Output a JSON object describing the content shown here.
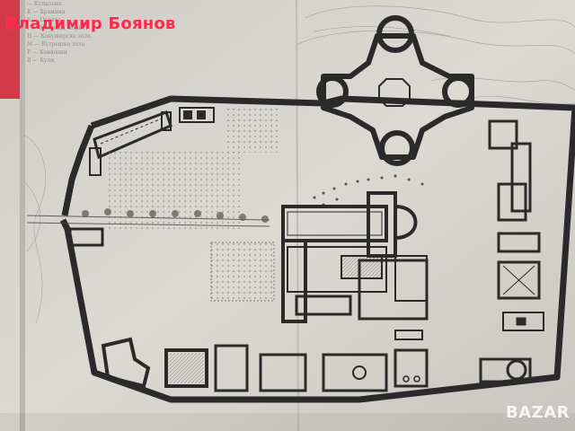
{
  "watermark": {
    "title": "Владимир Боянов",
    "logo": "BAZAR"
  },
  "legend": {
    "items": [
      "— Купальня",
      "К — Храмина",
      "Б — Църква",
      "Г — Мелница, хорист",
      "Н — Конушарска зала",
      "М — Вътрешна зала",
      "Р — Конюшни",
      "В — Кули"
    ]
  },
  "colors": {
    "paper": "#d9d6d0",
    "ink": "#2a2a2a",
    "binding_red": "#d02a3a",
    "watermark_red": "#ff2a4a"
  }
}
